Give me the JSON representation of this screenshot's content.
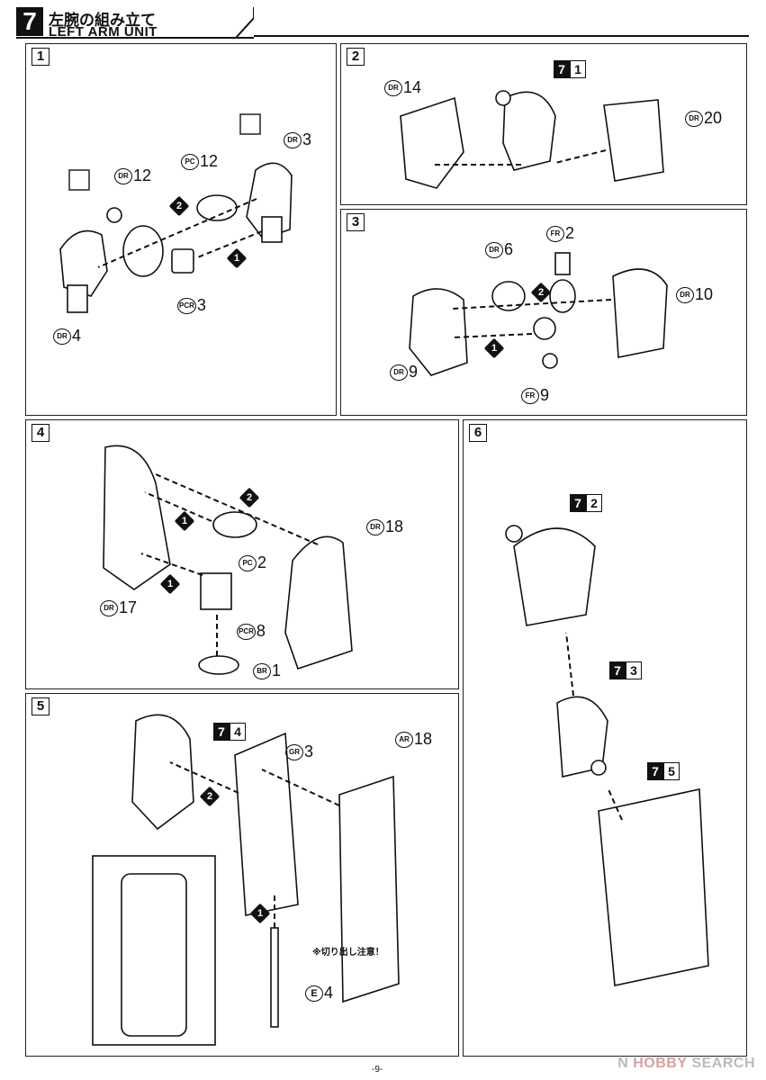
{
  "header": {
    "step_number": "7",
    "title_jp": "左腕の組み立て",
    "title_en": "LEFT ARM UNIT"
  },
  "panels": [
    {
      "number": "1",
      "labels": [
        {
          "code": "DR",
          "num": "3"
        },
        {
          "code": "DR",
          "num": "12"
        },
        {
          "code": "PC",
          "num": "12"
        },
        {
          "code": "PCR",
          "num": "3"
        },
        {
          "code": "DR",
          "num": "4"
        }
      ]
    },
    {
      "number": "2",
      "unit_tag": [
        "7",
        "1"
      ],
      "labels": [
        {
          "code": "DR",
          "num": "14"
        },
        {
          "code": "DR",
          "num": "20"
        }
      ]
    },
    {
      "number": "3",
      "labels": [
        {
          "code": "DR",
          "num": "6"
        },
        {
          "code": "FR",
          "num": "2"
        },
        {
          "code": "DR",
          "num": "10"
        },
        {
          "code": "DR",
          "num": "9"
        },
        {
          "code": "FR",
          "num": "9"
        }
      ]
    },
    {
      "number": "4",
      "labels": [
        {
          "code": "DR",
          "num": "18"
        },
        {
          "code": "PC",
          "num": "2"
        },
        {
          "code": "DR",
          "num": "17"
        },
        {
          "code": "PCR",
          "num": "8"
        },
        {
          "code": "BR",
          "num": "1"
        }
      ]
    },
    {
      "number": "5",
      "unit_tag": [
        "7",
        "4"
      ],
      "labels": [
        {
          "code": "GR",
          "num": "3"
        },
        {
          "code": "AR",
          "num": "18"
        },
        {
          "code": "E",
          "num": "4"
        }
      ],
      "notice": "※切り出し注意！"
    },
    {
      "number": "6",
      "unit_tags": [
        [
          "7",
          "2"
        ],
        [
          "7",
          "3"
        ],
        [
          "7",
          "5"
        ]
      ]
    }
  ],
  "order_marks": [
    "1",
    "2"
  ],
  "footer": {
    "page": "-9-",
    "watermark_brand": "HOBBY",
    "watermark_text": "SEARCH",
    "watermark_prefix": "N"
  }
}
